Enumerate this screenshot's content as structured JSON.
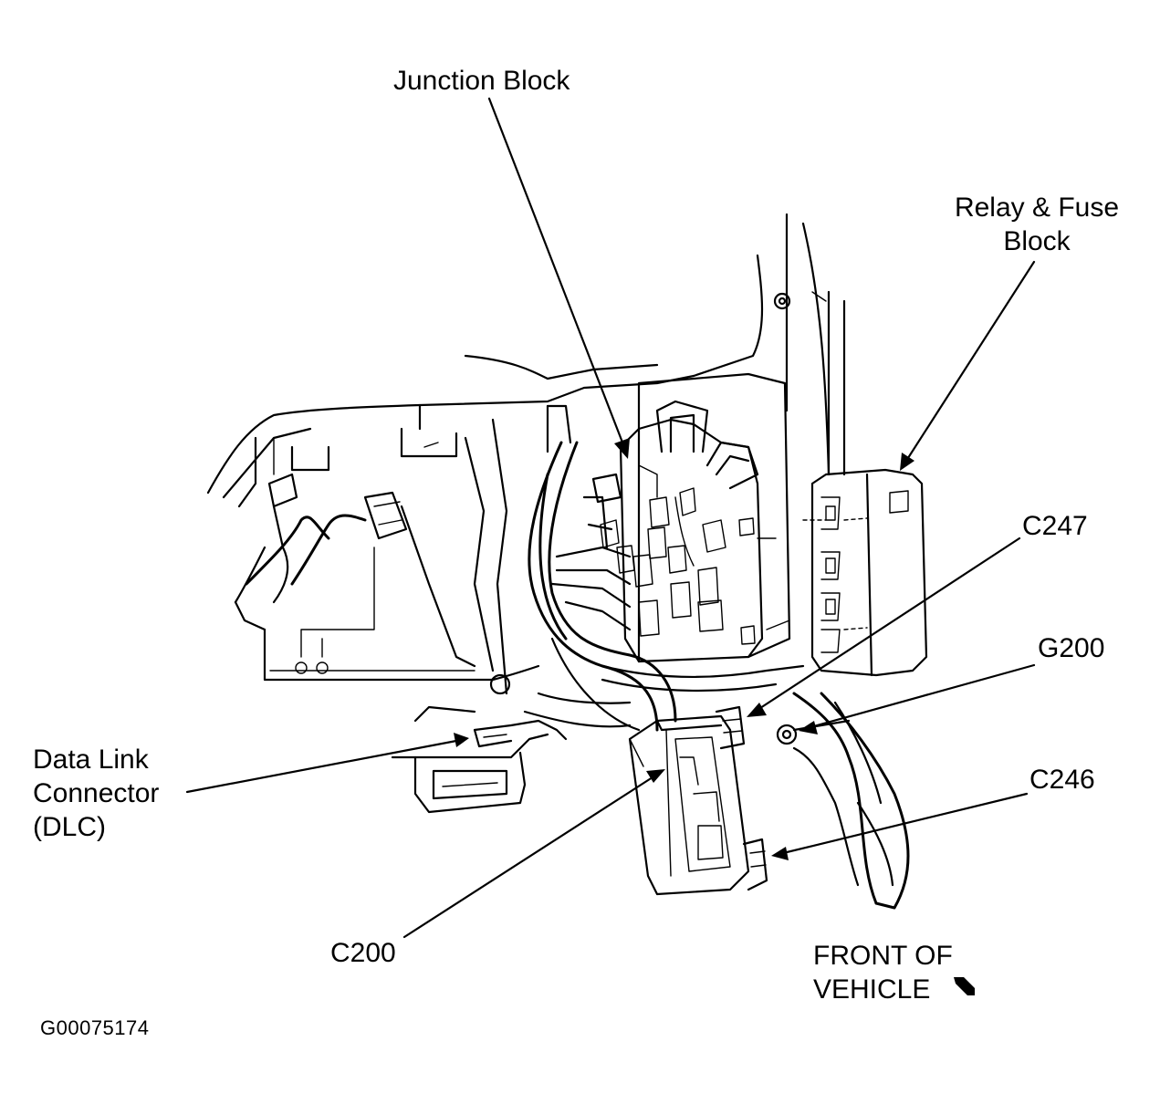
{
  "labels": {
    "junction_block": "Junction Block",
    "relay_fuse_block_line1": "Relay & Fuse",
    "relay_fuse_block_line2": "Block",
    "c247": "C247",
    "g200": "G200",
    "dlc_line1": "Data Link",
    "dlc_line2": "Connector",
    "dlc_line3": "(DLC)",
    "c246": "C246",
    "c200": "C200",
    "front_line1": "FRONT OF",
    "front_line2": "VEHICLE"
  },
  "figure_id": "G00075174",
  "icons": {
    "front_direction": "arrow-down-right-icon"
  },
  "colors": {
    "ink": "#000000",
    "paper": "#ffffff"
  }
}
